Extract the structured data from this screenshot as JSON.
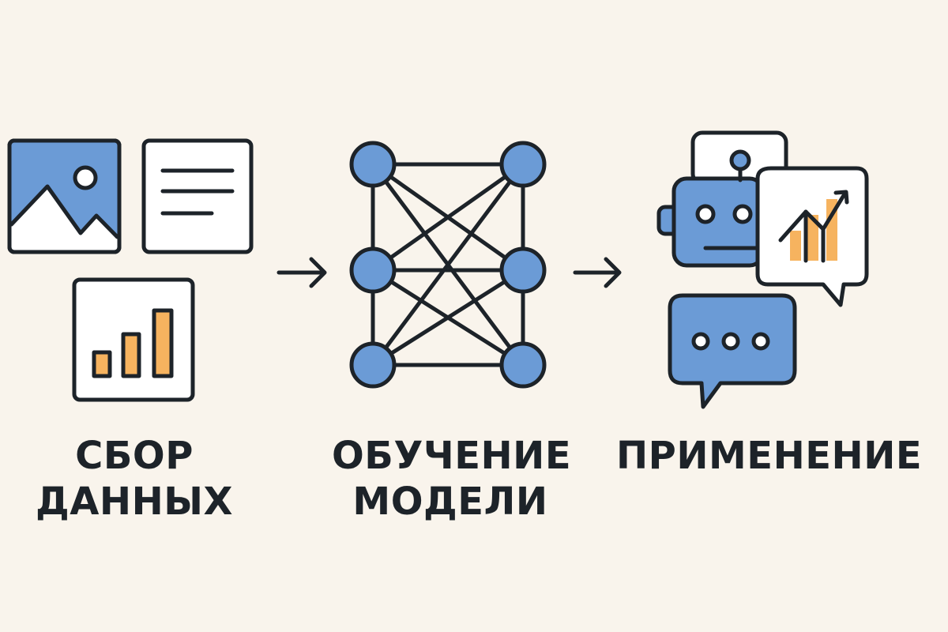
{
  "colors": {
    "background": "#f9f4ec",
    "stroke": "#1d2329",
    "blue": "#6b9bd6",
    "orange": "#f6b35f",
    "white": "#ffffff"
  },
  "stages": [
    {
      "label_lines": [
        "СБОР",
        "ДАННЫХ"
      ],
      "icons": [
        "image-icon",
        "text-document-icon",
        "bar-chart-icon"
      ]
    },
    {
      "label_lines": [
        "ОБУЧЕНИЕ",
        "МОДЕЛИ"
      ],
      "icons": [
        "neural-network-icon"
      ]
    },
    {
      "label_lines": [
        "ПРИМЕНЕНИЕ"
      ],
      "icons": [
        "robot-icon",
        "chart-speech-bubble-icon",
        "chat-bubble-icon"
      ]
    }
  ],
  "arrows": [
    "arrow-right-icon",
    "arrow-right-icon"
  ]
}
